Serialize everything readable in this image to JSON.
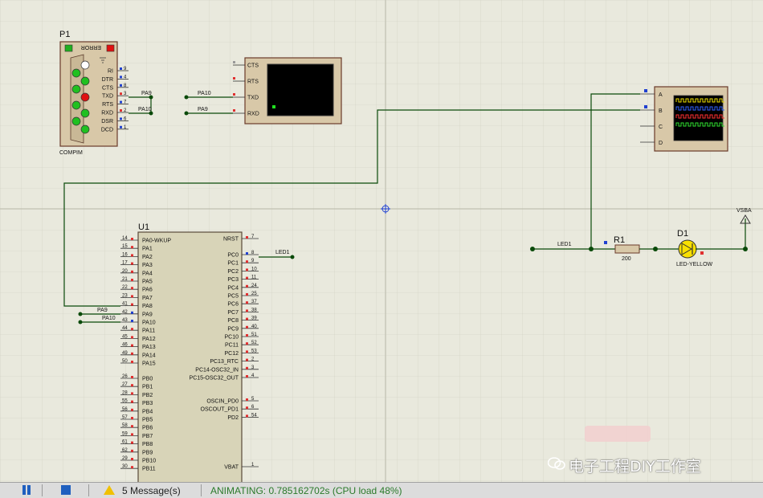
{
  "compim": {
    "ref": "P1",
    "name": "COMPIM",
    "error_label": "ERROR",
    "pins": [
      {
        "label": "RI",
        "num": "9"
      },
      {
        "label": "DTR",
        "num": "4"
      },
      {
        "label": "CTS",
        "num": "8"
      },
      {
        "label": "TXD",
        "num": "3"
      },
      {
        "label": "RTS",
        "num": "7"
      },
      {
        "label": "RXD",
        "num": "2"
      },
      {
        "label": "DSR",
        "num": "6"
      },
      {
        "label": "DCD",
        "num": "1"
      }
    ],
    "net_txd": "PA9",
    "net_rxd": "PA10"
  },
  "terminal": {
    "pins": [
      "CTS",
      "RTS",
      "TXD",
      "RXD"
    ],
    "net_txd": "PA10",
    "net_rxd": "PA9"
  },
  "scope": {
    "channels": [
      "A",
      "B",
      "C",
      "D"
    ],
    "trace_colors": [
      "#f0e000",
      "#3060ff",
      "#ff3030",
      "#30e030"
    ]
  },
  "mcu": {
    "ref": "U1",
    "left_pins": [
      {
        "num": "14",
        "label": "PA0-WKUP"
      },
      {
        "num": "15",
        "label": "PA1"
      },
      {
        "num": "16",
        "label": "PA2"
      },
      {
        "num": "17",
        "label": "PA3"
      },
      {
        "num": "20",
        "label": "PA4"
      },
      {
        "num": "21",
        "label": "PA5"
      },
      {
        "num": "22",
        "label": "PA6"
      },
      {
        "num": "23",
        "label": "PA7"
      },
      {
        "num": "41",
        "label": "PA8"
      },
      {
        "num": "42",
        "label": "PA9"
      },
      {
        "num": "43",
        "label": "PA10"
      },
      {
        "num": "44",
        "label": "PA11"
      },
      {
        "num": "45",
        "label": "PA12"
      },
      {
        "num": "46",
        "label": "PA13"
      },
      {
        "num": "49",
        "label": "PA14"
      },
      {
        "num": "50",
        "label": "PA15"
      },
      {
        "num": "26",
        "label": "PB0"
      },
      {
        "num": "27",
        "label": "PB1"
      },
      {
        "num": "28",
        "label": "PB2"
      },
      {
        "num": "55",
        "label": "PB3"
      },
      {
        "num": "56",
        "label": "PB4"
      },
      {
        "num": "57",
        "label": "PB5"
      },
      {
        "num": "58",
        "label": "PB6"
      },
      {
        "num": "59",
        "label": "PB7"
      },
      {
        "num": "61",
        "label": "PB8"
      },
      {
        "num": "62",
        "label": "PB9"
      },
      {
        "num": "29",
        "label": "PB10"
      },
      {
        "num": "30",
        "label": "PB11"
      }
    ],
    "right_pins": [
      {
        "num": "7",
        "label": "NRST"
      },
      {
        "num": "8",
        "label": "PC0"
      },
      {
        "num": "9",
        "label": "PC1"
      },
      {
        "num": "10",
        "label": "PC2"
      },
      {
        "num": "11",
        "label": "PC3"
      },
      {
        "num": "24",
        "label": "PC4"
      },
      {
        "num": "25",
        "label": "PC5"
      },
      {
        "num": "37",
        "label": "PC6"
      },
      {
        "num": "38",
        "label": "PC7"
      },
      {
        "num": "39",
        "label": "PC8"
      },
      {
        "num": "40",
        "label": "PC9"
      },
      {
        "num": "51",
        "label": "PC10"
      },
      {
        "num": "52",
        "label": "PC11"
      },
      {
        "num": "53",
        "label": "PC12"
      },
      {
        "num": "2",
        "label": "PC13_RTC"
      },
      {
        "num": "3",
        "label": "PC14-OSC32_IN"
      },
      {
        "num": "4",
        "label": "PC15-OSC32_OUT"
      },
      {
        "num": "5",
        "label": "OSCIN_PD0"
      },
      {
        "num": "6",
        "label": "OSCOUT_PD1"
      },
      {
        "num": "54",
        "label": "PD2"
      },
      {
        "num": "1",
        "label": "VBAT"
      }
    ],
    "net_pc0": "LED1",
    "net_pa9": "PA9",
    "net_pa10": "PA10"
  },
  "led_circuit": {
    "net": "LED1",
    "resistor_ref": "R1",
    "resistor_value": "200",
    "led_ref": "D1",
    "led_name": "LED-YELLOW",
    "power_label": "VSBA"
  },
  "statusbar": {
    "messages": "5 Message(s)",
    "animating": "ANIMATING: 0.785162702s (CPU load 48%)"
  },
  "watermark": "电子工程DIY工作室"
}
